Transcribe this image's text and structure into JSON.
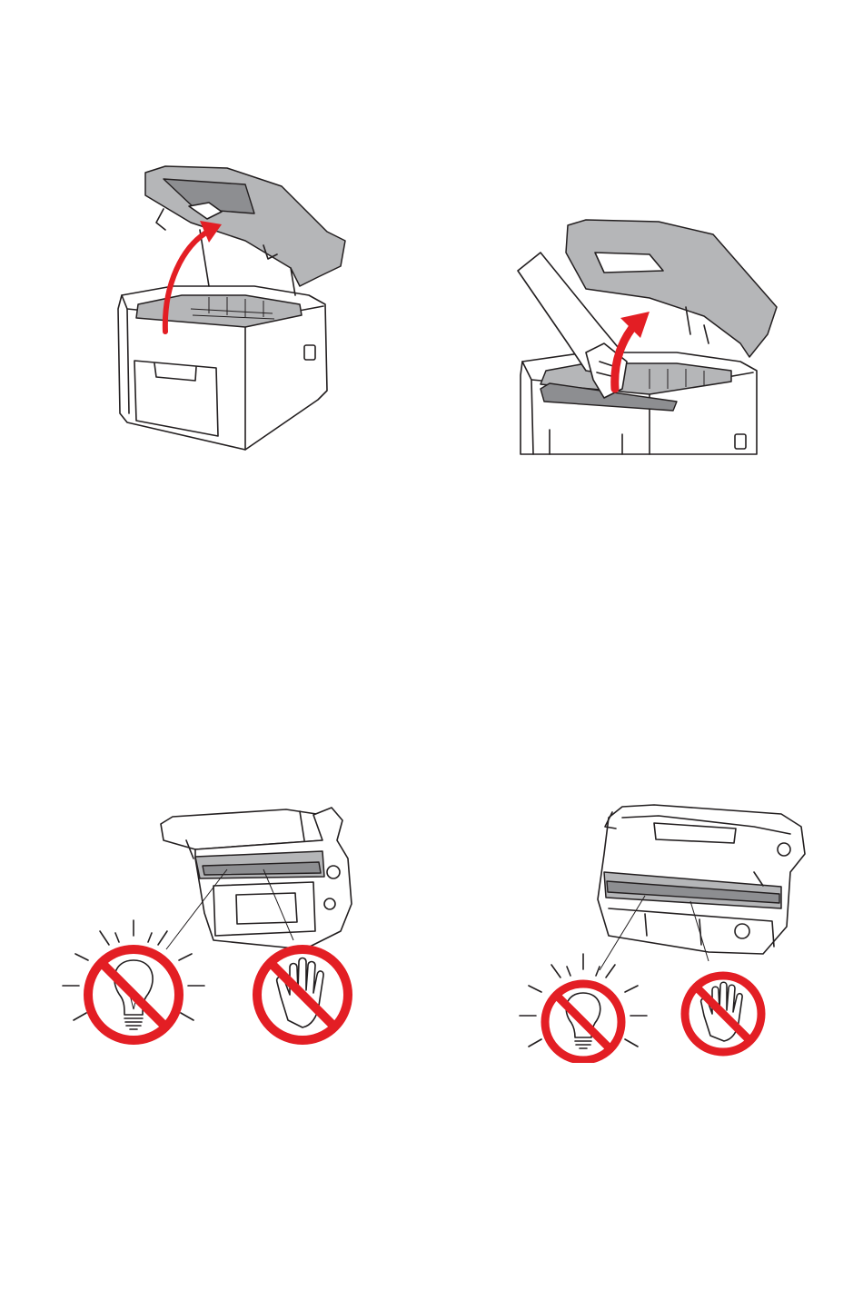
{
  "colors": {
    "arrow_red": "#e31e24",
    "prohibition_red": "#e31e24",
    "line": "#231f20",
    "cover_gray": "#b5b6b8"
  },
  "icons": [
    "printer-lift-cover-illustration",
    "printer-remove-drum-illustration",
    "drum-unit-side-illustration",
    "drum-unit-front-illustration",
    "no-light-icon",
    "no-touch-icon"
  ]
}
